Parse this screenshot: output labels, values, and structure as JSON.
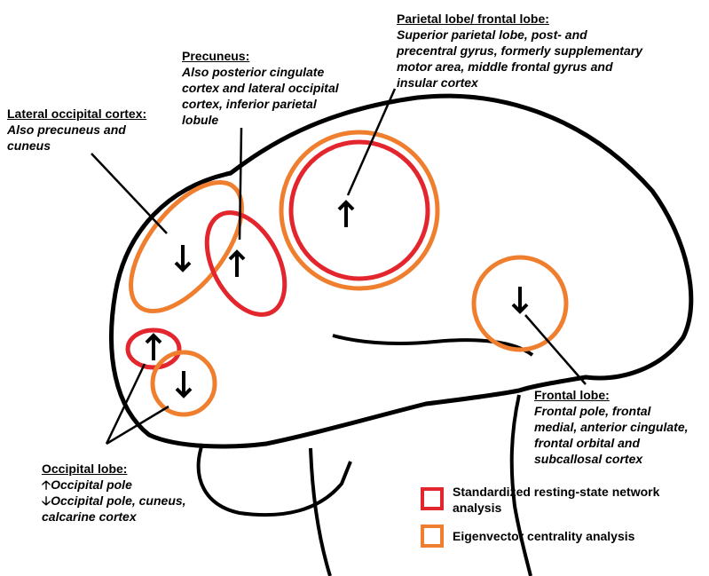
{
  "colors": {
    "standardized": "#e3262d",
    "eigenvector": "#ef7f2f",
    "outline": "#000000"
  },
  "labels": {
    "parietal": {
      "heading": "Parietal lobe/ frontal lobe:",
      "lines": [
        "Superior parietal lobe, post- and",
        "precentral gyrus, formerly supplementary",
        "motor area, middle frontal gyrus and",
        "insular cortex"
      ]
    },
    "precuneus": {
      "heading": "Precuneus:",
      "lines": [
        "Also posterior cingulate",
        "cortex and lateral occipital",
        "cortex, inferior parietal",
        "lobule"
      ]
    },
    "lateral_occipital": {
      "heading": "Lateral occipital cortex:",
      "lines": [
        "Also precuneus and",
        "cuneus"
      ]
    },
    "frontal": {
      "heading": "Frontal lobe:",
      "lines": [
        "Frontal pole, frontal",
        "medial, anterior cingulate,",
        "frontal orbital and",
        "subcallosal cortex"
      ]
    },
    "occipital": {
      "heading": "Occipital lobe:",
      "up_line": "Occipital pole",
      "down_lines": [
        "Occipital pole, cuneus,",
        "calcarine cortex"
      ]
    }
  },
  "arrows": {
    "up_icon": "up-arrow-icon",
    "down_icon": "down-arrow-icon"
  },
  "legend": {
    "standardized": "Standardized resting-state network",
    "standardized_line2": "analysis",
    "eigenvector": "Eigenvector centrality analysis"
  }
}
